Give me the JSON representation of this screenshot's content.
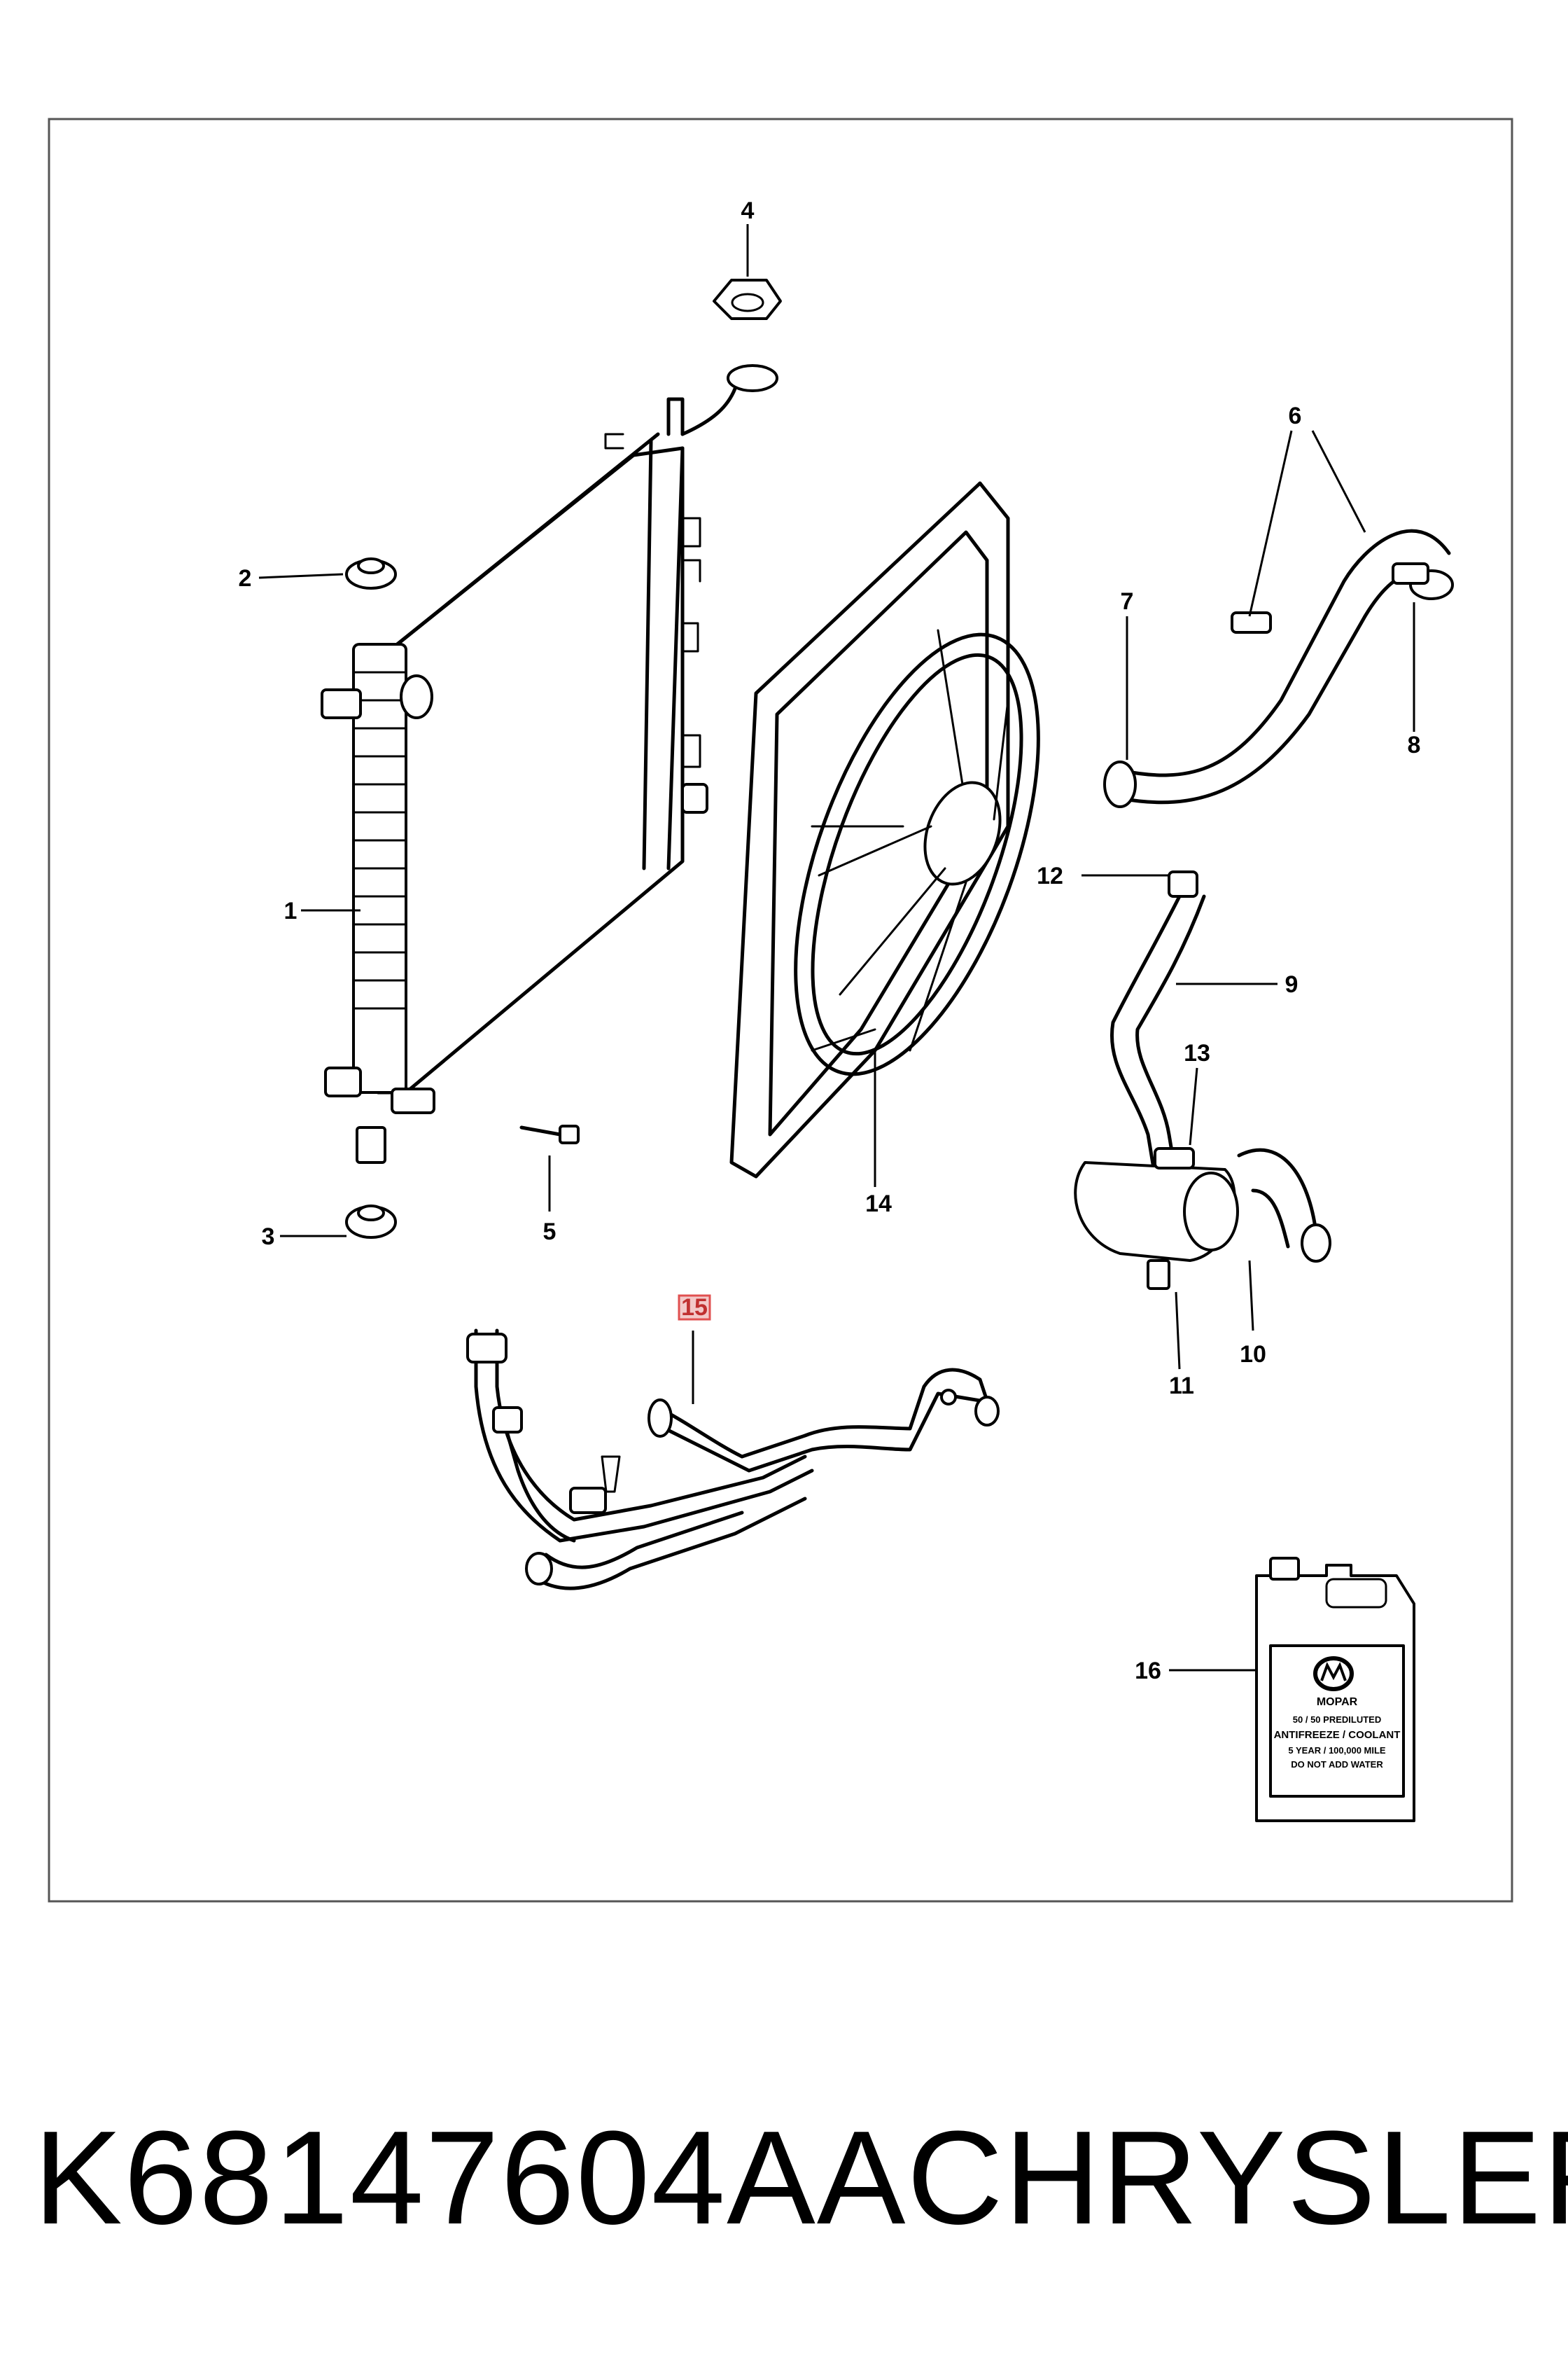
{
  "callouts": {
    "c1": "1",
    "c2": "2",
    "c3": "3",
    "c4": "4",
    "c5": "5",
    "c6": "6",
    "c7": "7",
    "c8": "8",
    "c9": "9",
    "c10": "10",
    "c11": "11",
    "c12": "12",
    "c13": "13",
    "c14": "14",
    "c15": "15",
    "c16": "16"
  },
  "highlighted_callout": "15",
  "highlight_color": "#e05050",
  "jug_label": {
    "brand": "MOPAR",
    "line1": "50 / 50 PREDILUTED",
    "line2": "ANTIFREEZE / COOLANT",
    "line3": "5 YEAR / 100,000 MILE",
    "line4": "DO NOT ADD WATER"
  },
  "caption": {
    "part_number": "K68147604AA",
    "brand": "CHRYSLER"
  }
}
